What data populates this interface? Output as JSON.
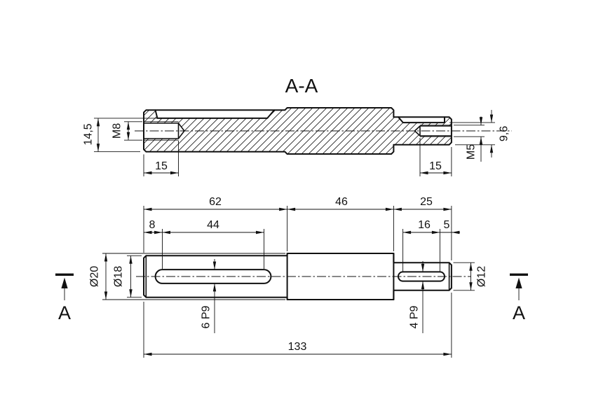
{
  "colors": {
    "ink": "#111111",
    "paper": "#ffffff"
  },
  "section_view": {
    "title": "A-A",
    "dim_height_at_keyway": "14,5",
    "dim_thread_left": "M8",
    "dim_thread_depth_left": "15",
    "dim_height_at_keyway_right": "9,6",
    "dim_thread_right": "M5",
    "dim_thread_depth_right": "15"
  },
  "front_view": {
    "dim_segment_left": "62",
    "dim_segment_middle": "46",
    "dim_segment_right": "25",
    "dim_keyway_offset_left": "8",
    "dim_keyway_length_left": "44",
    "dim_keyway_length_right": "16",
    "dim_keyway_end_offset_right": "5",
    "dim_diameter_left": "Ø18",
    "dim_diameter_middle": "Ø20",
    "dim_diameter_right": "Ø12",
    "dim_keyway_width_left": "6 P9",
    "dim_keyway_width_right": "4 P9",
    "dim_overall_length": "133",
    "section_cut_label": "A"
  }
}
